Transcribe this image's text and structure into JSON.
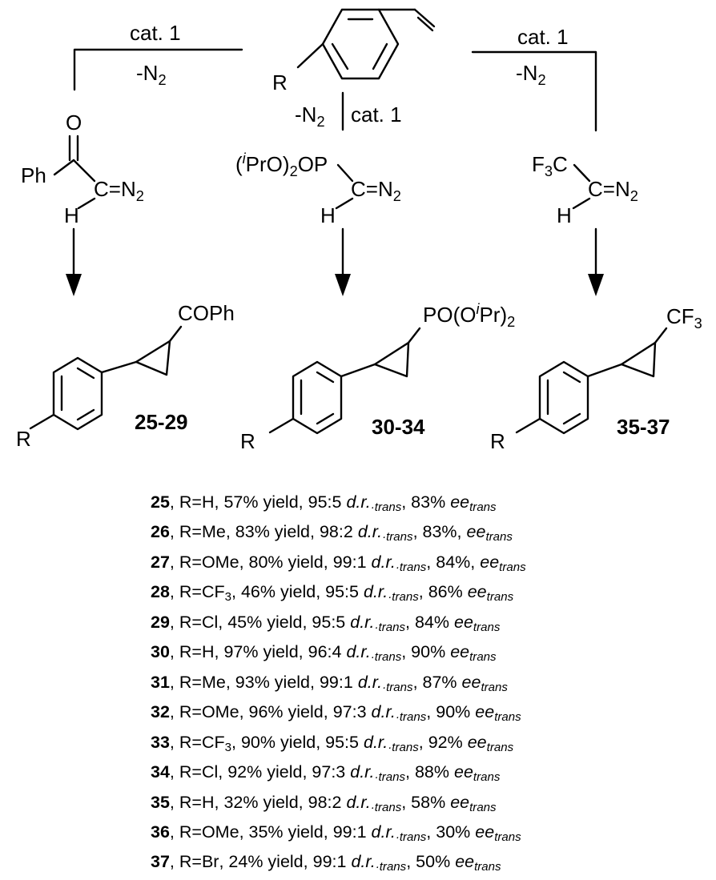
{
  "scheme": {
    "reactant": {
      "substituent": "R"
    },
    "conditions": {
      "left": {
        "catalyst": "cat.",
        "catalyst_num": "1",
        "loss": "-N",
        "loss_sub": "2"
      },
      "center": {
        "catalyst": "cat.",
        "catalyst_num": "1",
        "loss": "-N",
        "loss_sub": "2"
      },
      "right": {
        "catalyst": "cat.",
        "catalyst_num": "1",
        "loss": "-N",
        "loss_sub": "2"
      }
    },
    "reagents": {
      "left": {
        "oxygen": "O",
        "group": "Ph",
        "carbon": "C",
        "diazo": "=N",
        "diazo_sub": "2",
        "hydrogen": "H"
      },
      "center": {
        "group_a": "(",
        "group_i": "i",
        "group_b": "PrO)",
        "group_sub": "2",
        "group_c": "OP",
        "carbon": "C",
        "diazo": "=N",
        "diazo_sub": "2",
        "hydrogen": "H"
      },
      "right": {
        "group_a": "F",
        "group_sub": "3",
        "group_b": "C",
        "carbon": "C",
        "diazo": "=N",
        "diazo_sub": "2",
        "hydrogen": "H"
      }
    },
    "products": {
      "left": {
        "group": "COPh",
        "substituent": "R",
        "label": "25-29"
      },
      "center": {
        "group_a": "PO(O",
        "group_i": "i",
        "group_b": "Pr)",
        "group_sub": "2",
        "substituent": "R",
        "label": "30-34"
      },
      "right": {
        "group_a": "CF",
        "group_sub": "3",
        "substituent": "R",
        "label": "35-37"
      }
    }
  },
  "results": [
    {
      "id": "25",
      "r": "R=H",
      "r_sub": "",
      "yield": "57% yield",
      "dr": "95:5",
      "ee": "83%",
      "ee_sep": ""
    },
    {
      "id": "26",
      "r": "R=Me",
      "r_sub": "",
      "yield": "83% yield",
      "dr": "98:2",
      "ee": "83%,",
      "ee_sep": ""
    },
    {
      "id": "27",
      "r": "R=OMe",
      "r_sub": "",
      "yield": "80% yield",
      "dr": "99:1",
      "ee": "84%,",
      "ee_sep": ""
    },
    {
      "id": "28",
      "r": "R=CF",
      "r_sub": "3",
      "yield": "46% yield",
      "dr": "95:5",
      "ee": "86%",
      "ee_sep": ""
    },
    {
      "id": "29",
      "r": "R=Cl",
      "r_sub": "",
      "yield": "45% yield",
      "dr": "95:5",
      "ee": "84%",
      "ee_sep": ""
    },
    {
      "id": "30",
      "r": "R=H",
      "r_sub": "",
      "yield": "97% yield",
      "dr": "96:4",
      "ee": "90%",
      "ee_sep": ""
    },
    {
      "id": "31",
      "r": "R=Me",
      "r_sub": "",
      "yield": "93% yield",
      "dr": "99:1",
      "ee": "87%",
      "ee_sep": ""
    },
    {
      "id": "32",
      "r": "R=OMe",
      "r_sub": "",
      "yield": "96% yield",
      "dr": "97:3",
      "ee": "90%",
      "ee_sep": ""
    },
    {
      "id": "33",
      "r": "R=CF",
      "r_sub": "3",
      "yield": "90% yield",
      "dr": "95:5",
      "ee": "92%",
      "ee_sep": ""
    },
    {
      "id": "34",
      "r": "R=Cl",
      "r_sub": "",
      "yield": "92% yield",
      "dr": "97:3",
      "ee": "88%",
      "ee_sep": ""
    },
    {
      "id": "35",
      "r": "R=H",
      "r_sub": "",
      "yield": "32% yield",
      "dr": "98:2",
      "ee": "58%",
      "ee_sep": ""
    },
    {
      "id": "36",
      "r": "R=OMe",
      "r_sub": "",
      "yield": "35% yield",
      "dr": "99:1",
      "ee": "30%",
      "ee_sep": ""
    },
    {
      "id": "37",
      "r": "R=Br",
      "r_sub": "",
      "yield": "24% yield",
      "dr": "99:1",
      "ee": "50%",
      "ee_sep": ""
    }
  ],
  "labels": {
    "dr_text": "d.r.",
    "dr_sub": "trans",
    "ee_text": "ee",
    "ee_sub": "trans"
  }
}
